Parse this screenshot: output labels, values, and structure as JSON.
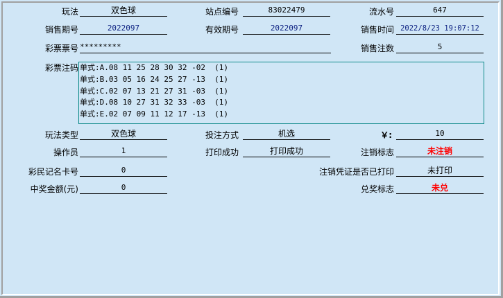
{
  "ticket": {
    "play_method_label": "玩法",
    "play_method_value": "双色球",
    "station_no_label": "站点编号",
    "station_no_value": "83022479",
    "serial_no_label": "流水号",
    "serial_no_value": "647",
    "sale_period_label": "销售期号",
    "sale_period_value": "2022097",
    "valid_period_label": "有效期号",
    "valid_period_value": "2022097",
    "sale_time_label": "销售时间",
    "sale_time_value": "2022/8/23 19:07:12",
    "ticket_no_label": "彩票票号",
    "ticket_no_value": "*********",
    "bet_count_label": "销售注数",
    "bet_count_value": "5",
    "notes_label": "彩票注码",
    "notes": [
      "单式:A.08 11 25 28 30 32 -02  (1)",
      "单式:B.03 05 16 24 25 27 -13  (1)",
      "单式:C.02 07 13 21 27 31 -03  (1)",
      "单式:D.08 10 27 31 32 33 -03  (1)",
      "单式:E.02 07 09 11 12 17 -13  (1)"
    ],
    "play_type_label": "玩法类型",
    "play_type_value": "双色球",
    "bet_mode_label": "投注方式",
    "bet_mode_value": "机选",
    "amount_label": "￥:",
    "amount_value": "10",
    "operator_label": "操作员",
    "operator_value": "1",
    "print_status_label": "打印成功",
    "print_status_value": "打印成功",
    "cancel_flag_label": "注销标志",
    "cancel_flag_value": "未注销",
    "member_card_label": "彩民记名卡号",
    "member_card_value": "0",
    "cancel_printed_label": "注销凭证是否已打印",
    "cancel_printed_value": "未打印",
    "prize_amount_label": "中奖金额(元)",
    "prize_amount_value": "0",
    "redeem_flag_label": "兑奖标志",
    "redeem_flag_value": "未兑"
  },
  "colors": {
    "background": "#d0e6f6",
    "accent_blue": "#0a1f80",
    "alert_red": "#ff0000",
    "notes_border": "#0f8a8a"
  }
}
